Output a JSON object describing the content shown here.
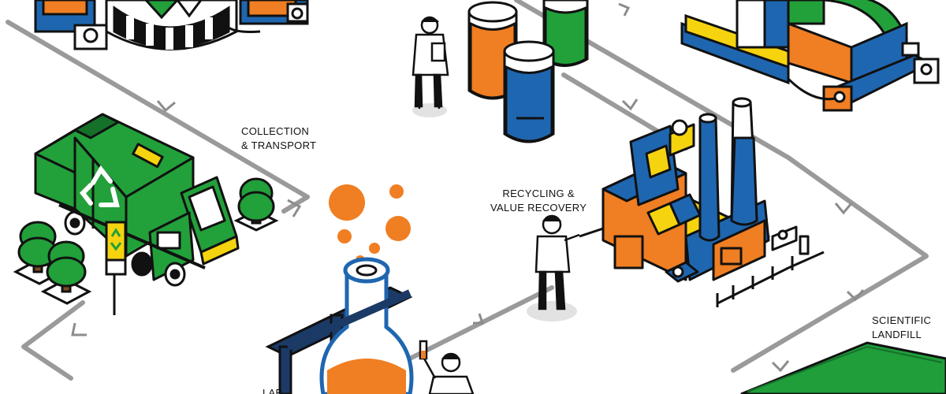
{
  "labels": {
    "collection": [
      "COLLECTION",
      "& TRANSPORT"
    ],
    "recycling": [
      "RECYCLING &",
      "VALUE RECOVERY"
    ],
    "landfill": [
      "SCIENTIFIC",
      "LANDFILL"
    ],
    "lab": [
      "LAB"
    ]
  },
  "icons": {
    "truck_symbol": "recycle-icon",
    "sign_symbol": "recycle-icon"
  },
  "colors": {
    "path": "#9a9a9a",
    "green": "#22a03a",
    "dark_green": "#15702a",
    "orange": "#f07e22",
    "blue": "#1f66b0",
    "navy": "#1b3a66",
    "yellow": "#f5d40f",
    "outline": "#111111",
    "grass": "#1f9e3a"
  }
}
